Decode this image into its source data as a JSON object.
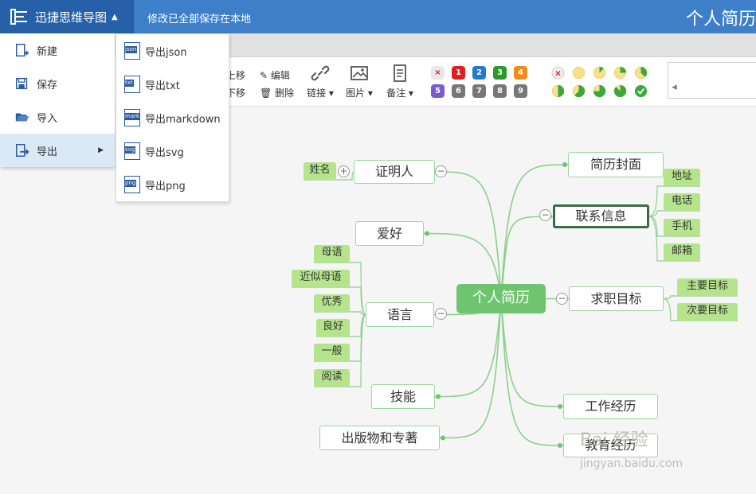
{
  "header": {
    "app_name": "迅捷思维导图",
    "save_status": "修改已全部保存在本地",
    "doc_title": "个人简历"
  },
  "main_menu": [
    {
      "label": "新建",
      "icon": "new-file-icon"
    },
    {
      "label": "保存",
      "icon": "save-icon"
    },
    {
      "label": "导入",
      "icon": "folder-open-icon"
    },
    {
      "label": "导出",
      "icon": "export-icon",
      "active": true
    }
  ],
  "export_menu": [
    {
      "label": "导出json",
      "ext": "json"
    },
    {
      "label": "导出txt",
      "ext": "txt"
    },
    {
      "label": "导出markdown",
      "ext": "mark"
    },
    {
      "label": "导出svg",
      "ext": "svg"
    },
    {
      "label": "导出png",
      "ext": "png"
    }
  ],
  "toolbar": {
    "move_up": "上移",
    "move_down": "下移",
    "edit": "编辑",
    "delete": "删除",
    "link": "链接",
    "image": "图片",
    "note": "备注",
    "priorities": [
      "×",
      "1",
      "2",
      "3",
      "4",
      "5",
      "6",
      "7",
      "8",
      "9"
    ],
    "priority_colors": [
      "#e8e8e8",
      "#e02020",
      "#1f7ad0",
      "#2a9a2a",
      "#f08a1c",
      "#7a5bd0",
      "#777777",
      "#777777",
      "#777777",
      "#777777"
    ]
  },
  "mindmap": {
    "root": "个人简历",
    "right": [
      {
        "label": "简历封面",
        "children": []
      },
      {
        "label": "联系信息",
        "selected": true,
        "children": [
          "地址",
          "电话",
          "手机",
          "邮箱"
        ]
      },
      {
        "label": "求职目标",
        "children": [
          "主要目标",
          "次要目标"
        ]
      },
      {
        "label": "工作经历",
        "children": []
      },
      {
        "label": "教育经历",
        "children": []
      }
    ],
    "left": [
      {
        "label": "证明人",
        "children": [
          "姓名"
        ]
      },
      {
        "label": "爱好",
        "children": []
      },
      {
        "label": "语言",
        "children": [
          "母语",
          "近似母语",
          "优秀",
          "良好",
          "一般",
          "阅读"
        ]
      },
      {
        "label": "技能",
        "children": []
      },
      {
        "label": "出版物和专著",
        "children": []
      }
    ]
  },
  "watermark": {
    "brand": "Bai 经验",
    "url": "jingyan.baidu.com"
  }
}
